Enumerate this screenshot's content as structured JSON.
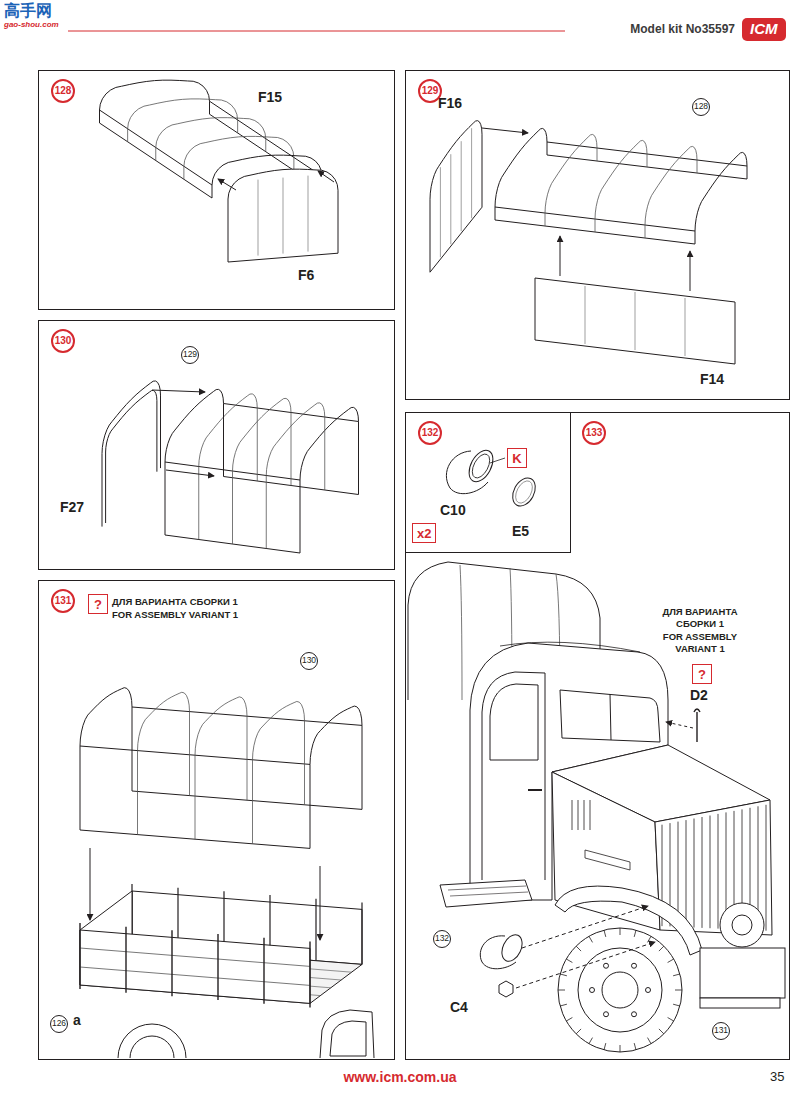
{
  "diagram": {
    "nodes": [
      {
        "text": [
          "128"
        ]
      },
      {
        "text": [
          "129"
        ]
      },
      {
        "text": [
          "130"
        ]
      },
      {
        "text": [
          "131"
        ]
      },
      {
        "text": [
          "?"
        ],
        "in": 3
      },
      {
        "text": [
          "133"
        ]
      },
      {
        "text": [
          "132"
        ],
        "in": 5
      },
      {
        "text": [
          "K"
        ],
        "in": 6
      },
      {
        "text": [
          "x2"
        ],
        "in": 6
      },
      {
        "text": [
          "?"
        ],
        "in": 5
      }
    ],
    "labels": [
      "高手网",
      "gao-shou.com",
      "Model kit No35597",
      "ICM",
      "F15",
      "F6",
      "F16",
      "128",
      "F14",
      "129",
      "F27",
      "ДЛЯ ВАРИАНТА СБОРКИ 1",
      "FOR ASSEMBLY VARIANT 1",
      "130",
      "126",
      "a",
      "C10",
      "E5",
      "ДЛЯ ВАРИАНТА СБОРКИ 1",
      "FOR ASSEMBLY VARIANT 1",
      "D2",
      "132",
      "C4",
      "131",
      "www.icm.com.ua",
      "35"
    ]
  }
}
